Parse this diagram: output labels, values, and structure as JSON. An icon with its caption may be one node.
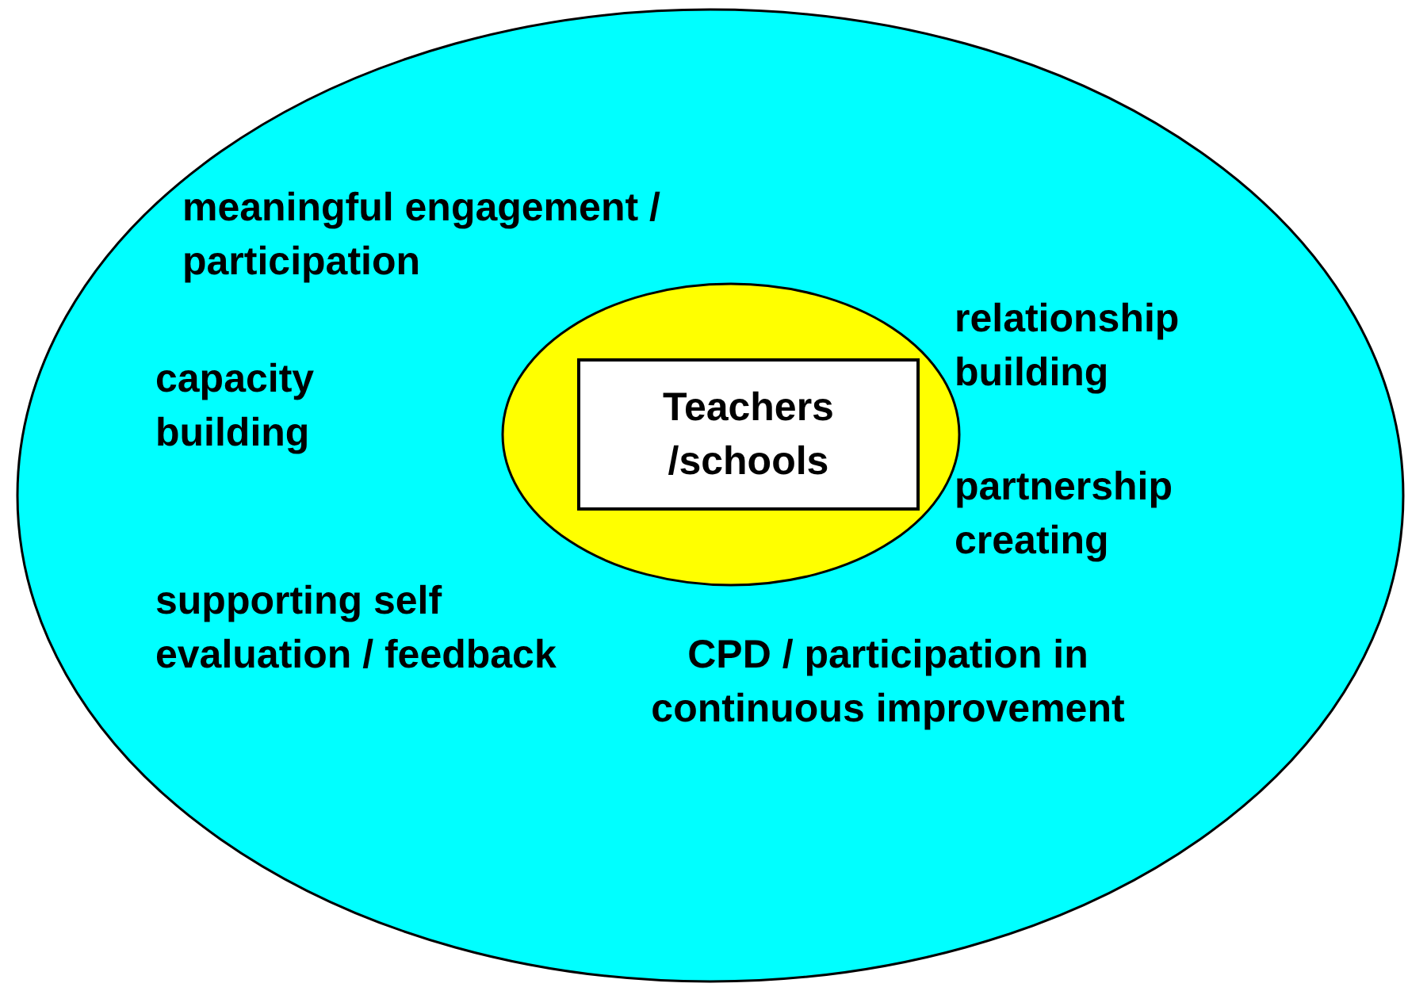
{
  "diagram": {
    "nodes": [
      {
        "text": [
          "meaningful engagement / participation",
          "capacity building",
          "supporting self evaluation / feedback",
          "relationship building",
          "partnership creating",
          "CPD / participation in continuous improvement"
        ]
      },
      {
        "text": [],
        "shape": "circle",
        "in": 0
      },
      {
        "text": [
          "Teachers /schools"
        ],
        "in": 1
      }
    ],
    "edges": []
  }
}
